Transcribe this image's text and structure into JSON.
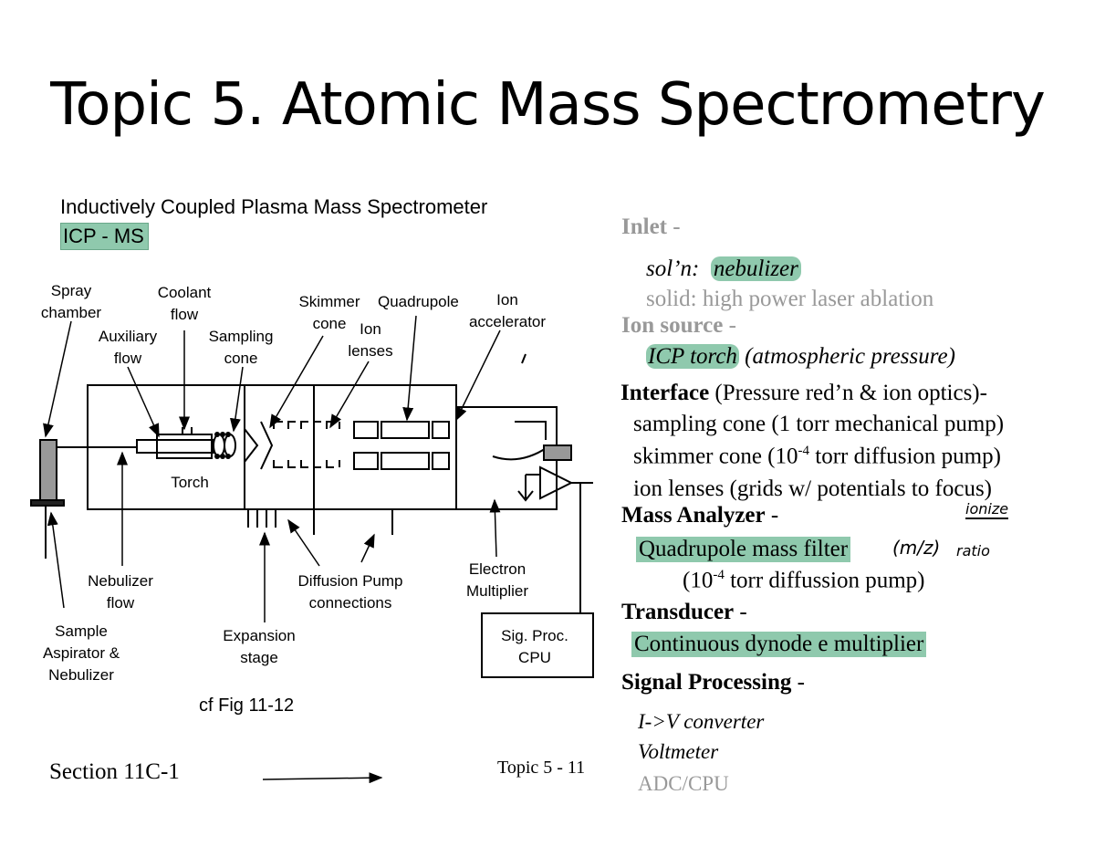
{
  "title": "Topic 5.  Atomic Mass Spectrometry",
  "diagram": {
    "heading": "Inductively Coupled Plasma Mass Spectrometer",
    "badge": "ICP - MS",
    "labels": {
      "spray_chamber": [
        "Spray",
        "chamber"
      ],
      "coolant_flow": [
        "Coolant",
        "flow"
      ],
      "auxiliary_flow": [
        "Auxiliary",
        "flow"
      ],
      "sampling_cone": [
        "Sampling",
        "cone"
      ],
      "skimmer_cone": [
        "Skimmer",
        "cone"
      ],
      "quadrupole": "Quadrupole",
      "ion_lenses": [
        "Ion",
        "lenses"
      ],
      "ion_accelerator": [
        "Ion",
        "accelerator"
      ],
      "torch": "Torch",
      "nebulizer_flow": [
        "Nebulizer",
        "flow"
      ],
      "diffusion_pump": [
        "Diffusion Pump",
        "connections"
      ],
      "electron_multiplier": [
        "Electron",
        "Multiplier"
      ],
      "sample_aspirator": [
        "Sample",
        "Aspirator &",
        "Nebulizer"
      ],
      "expansion_stage": [
        "Expansion",
        "stage"
      ],
      "sig_proc": [
        "Sig. Proc.",
        "CPU"
      ]
    },
    "caption": "cf Fig 11-12"
  },
  "footer": {
    "section": "Section 11C-1",
    "page": "Topic 5 - 11"
  },
  "notes": {
    "inlet_head": "Inlet",
    "inlet_dash": " -",
    "soln_label": "sol’n:",
    "soln_value": "nebulizer",
    "solid": "solid:  high power laser ablation",
    "ion_source_head": "Ion source",
    "ion_source_dash": " -",
    "icp_torch": "ICP torch",
    "icp_torch_paren": " (atmospheric pressure)",
    "interface_head": "Interface",
    "interface_rest": " (Pressure red’n & ion optics)-",
    "sampling_cone": "sampling cone (1 torr mechanical pump)",
    "skimmer_pre": "skimmer cone (10",
    "skimmer_exp": "-4",
    "skimmer_post": " torr diffusion pump)",
    "ion_lenses": "ion lenses (grids w/ potentials to focus)",
    "mass_analyzer_head": "Mass Analyzer",
    "mass_analyzer_dash": " -",
    "quad_filter": "Quadrupole mass filter",
    "handwritten_mz": "(m/z)",
    "handwritten_ratio": "ratio",
    "handwritten_ionize": "ionize",
    "diff_pre": "(10",
    "diff_exp": "-4",
    "diff_post": " torr diffussion pump)",
    "transducer_head": "Transducer",
    "transducer_dash": " -",
    "dynode": "Continuous dynode e multiplier",
    "signal_head": "Signal Processing",
    "signal_dash": " -",
    "iv": "I->V converter",
    "voltmeter": "Voltmeter",
    "adc": "ADC/CPU"
  },
  "colors": {
    "highlight": "#8fc9ad",
    "grey_text": "#999999"
  }
}
